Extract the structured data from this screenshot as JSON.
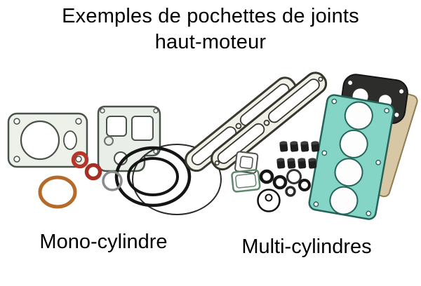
{
  "title": {
    "line1": "Exemples de pochettes de joints",
    "line2": "haut-moteur"
  },
  "figure": {
    "left_caption": "Mono-cylindre",
    "right_caption": "Multi-cylindres"
  },
  "colors": {
    "background": "#ffffff",
    "text": "#000000",
    "teal_head_gasket": "#84d5c6",
    "tan_gasket": "#d8c7a4",
    "red_o_ring": "#b63729",
    "orange_o_ring": "#b46a28",
    "black_rubber": "#151515",
    "gasket_outline": "#49524a"
  }
}
